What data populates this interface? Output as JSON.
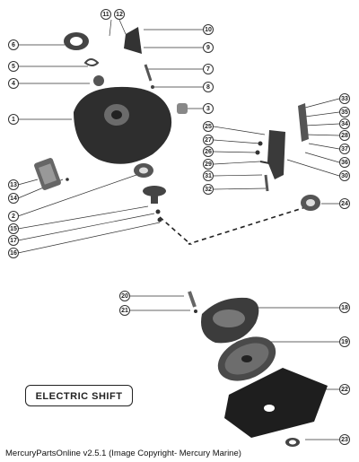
{
  "title_badge": "ELECTRIC SHIFT",
  "footer": "MercuryPartsOnline v2.5.1 (Image Copyright- Mercury Marine)",
  "callouts": [
    "11",
    "12",
    "10",
    "6",
    "9",
    "5",
    "7",
    "4",
    "8",
    "33",
    "35",
    "1",
    "3",
    "25",
    "34",
    "27",
    "28",
    "26",
    "37",
    "29",
    "36",
    "30",
    "31",
    "13",
    "32",
    "14",
    "24",
    "2",
    "15",
    "17",
    "16",
    "20",
    "18",
    "21",
    "19",
    "22",
    "23"
  ]
}
